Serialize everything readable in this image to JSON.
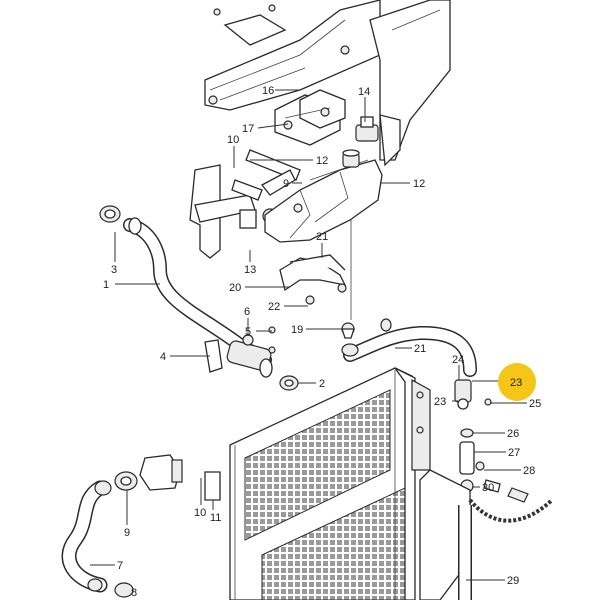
{
  "diagram": {
    "background": "#ffffff",
    "highlight_color": "#f5c518",
    "highlighted_callout": "23",
    "callouts": [
      {
        "id": "c16a",
        "text": "16"
      },
      {
        "id": "c14",
        "text": "14"
      },
      {
        "id": "c17",
        "text": "17"
      },
      {
        "id": "c10a",
        "text": "10"
      },
      {
        "id": "c12a",
        "text": "12"
      },
      {
        "id": "c9a",
        "text": "9"
      },
      {
        "id": "c12b",
        "text": "12"
      },
      {
        "id": "c21a",
        "text": "21"
      },
      {
        "id": "c3",
        "text": "3"
      },
      {
        "id": "c13",
        "text": "13"
      },
      {
        "id": "c1",
        "text": "1"
      },
      {
        "id": "c20",
        "text": "20"
      },
      {
        "id": "c22",
        "text": "22"
      },
      {
        "id": "c6",
        "text": "6"
      },
      {
        "id": "c5",
        "text": "5"
      },
      {
        "id": "c19",
        "text": "19"
      },
      {
        "id": "c21b",
        "text": "21"
      },
      {
        "id": "c4",
        "text": "4"
      },
      {
        "id": "c24",
        "text": "24"
      },
      {
        "id": "c2",
        "text": "2"
      },
      {
        "id": "c23a",
        "text": "23"
      },
      {
        "id": "c23b",
        "text": "23"
      },
      {
        "id": "c25",
        "text": "25"
      },
      {
        "id": "c26",
        "text": "26"
      },
      {
        "id": "c27",
        "text": "27"
      },
      {
        "id": "c28",
        "text": "28"
      },
      {
        "id": "c30",
        "text": "30"
      },
      {
        "id": "c9b",
        "text": "9"
      },
      {
        "id": "c10b",
        "text": "10"
      },
      {
        "id": "c11",
        "text": "11"
      },
      {
        "id": "c7",
        "text": "7"
      },
      {
        "id": "c8",
        "text": "8"
      },
      {
        "id": "c29",
        "text": "29"
      }
    ]
  }
}
